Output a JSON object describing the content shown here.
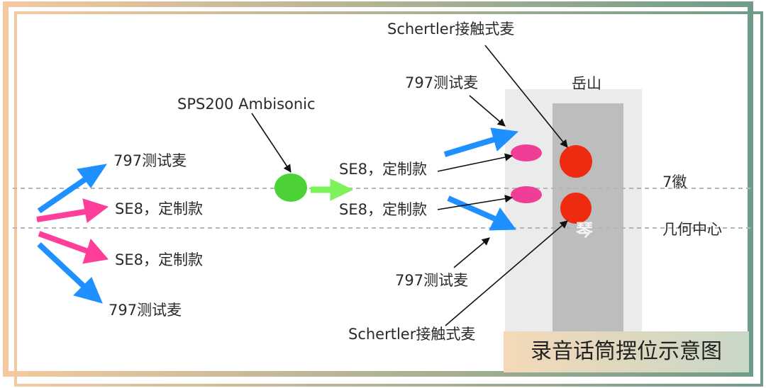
{
  "labels": {
    "mic_797": "797测试麦",
    "se8_custom": "SE8，定制款",
    "sps200": "SPS200 Ambisonic",
    "schertler": "Schertler接触式麦",
    "yueshan": "岳山",
    "hui7": "7徽",
    "center": "几何中心",
    "body_char": "琴"
  },
  "caption": "录音话筒摆位示意图",
  "colors": {
    "blue_arrow": "#1e90ff",
    "pink_arrow": "#ff3e9a",
    "green_dot": "#4cd137",
    "green_arrow": "#7ef25a",
    "red_dot": "#ee2b10",
    "pink_dot": "#ee3e96",
    "light_panel": "#ebebeb",
    "dark_panel": "#bdbdbd",
    "frame_left": "#f4c9a0",
    "frame_right": "#6f9c88"
  }
}
